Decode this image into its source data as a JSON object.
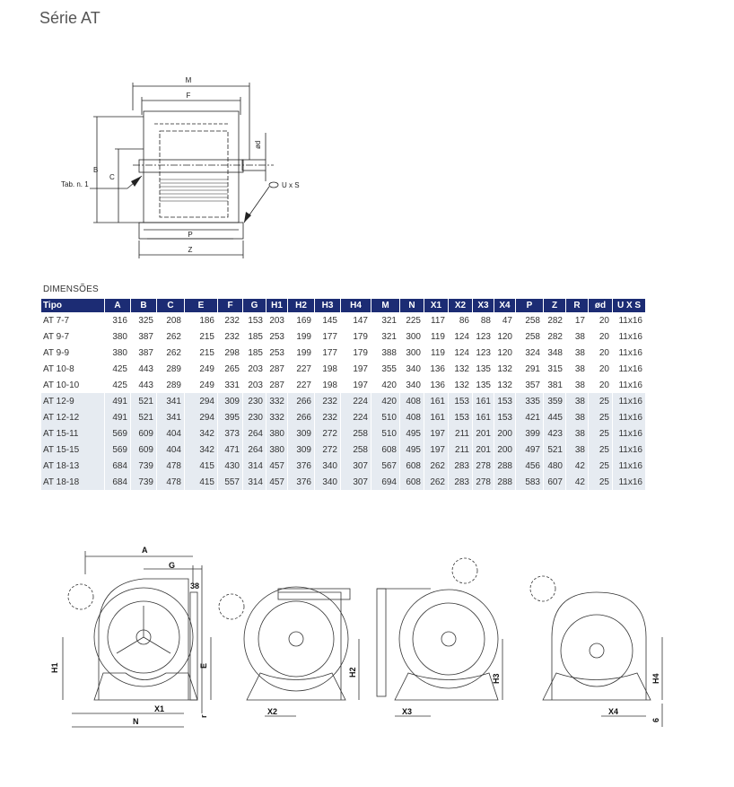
{
  "page": {
    "title": "Série AT"
  },
  "top_drawing": {
    "labels": {
      "m": "M",
      "f": "F",
      "b": "B",
      "c": "C",
      "tab": "Tab. n.  1",
      "od": "ød",
      "uxs": "U x S",
      "p": "P",
      "z": "Z"
    }
  },
  "table": {
    "section_label": "DIMENSÕES",
    "headers": [
      "Tipo",
      "A",
      "B",
      "C",
      "E",
      "F",
      "G",
      "H1",
      "H2",
      "H3",
      "H4",
      "M",
      "N",
      "X1",
      "X2",
      "X3",
      "X4",
      "P",
      "Z",
      "R",
      "ød",
      "U X S"
    ],
    "rows": [
      [
        "AT 7-7",
        "316",
        "325",
        "208",
        "186",
        "232",
        "153",
        "203",
        "169",
        "145",
        "147",
        "321",
        "225",
        "117",
        "86",
        "88",
        "47",
        "258",
        "282",
        "17",
        "20",
        "11x16"
      ],
      [
        "AT 9-7",
        "380",
        "387",
        "262",
        "215",
        "232",
        "185",
        "253",
        "199",
        "177",
        "179",
        "321",
        "300",
        "119",
        "124",
        "123",
        "120",
        "258",
        "282",
        "38",
        "20",
        "11x16"
      ],
      [
        "AT 9-9",
        "380",
        "387",
        "262",
        "215",
        "298",
        "185",
        "253",
        "199",
        "177",
        "179",
        "388",
        "300",
        "119",
        "124",
        "123",
        "120",
        "324",
        "348",
        "38",
        "20",
        "11x16"
      ],
      [
        "AT 10-8",
        "425",
        "443",
        "289",
        "249",
        "265",
        "203",
        "287",
        "227",
        "198",
        "197",
        "355",
        "340",
        "136",
        "132",
        "135",
        "132",
        "291",
        "315",
        "38",
        "20",
        "11x16"
      ],
      [
        "AT 10-10",
        "425",
        "443",
        "289",
        "249",
        "331",
        "203",
        "287",
        "227",
        "198",
        "197",
        "420",
        "340",
        "136",
        "132",
        "135",
        "132",
        "357",
        "381",
        "38",
        "20",
        "11x16"
      ],
      [
        "AT 12-9",
        "491",
        "521",
        "341",
        "294",
        "309",
        "230",
        "332",
        "266",
        "232",
        "224",
        "420",
        "408",
        "161",
        "153",
        "161",
        "153",
        "335",
        "359",
        "38",
        "25",
        "11x16"
      ],
      [
        "AT 12-12",
        "491",
        "521",
        "341",
        "294",
        "395",
        "230",
        "332",
        "266",
        "232",
        "224",
        "510",
        "408",
        "161",
        "153",
        "161",
        "153",
        "421",
        "445",
        "38",
        "25",
        "11x16"
      ],
      [
        "AT 15-11",
        "569",
        "609",
        "404",
        "342",
        "373",
        "264",
        "380",
        "309",
        "272",
        "258",
        "510",
        "495",
        "197",
        "211",
        "201",
        "200",
        "399",
        "423",
        "38",
        "25",
        "11x16"
      ],
      [
        "AT 15-15",
        "569",
        "609",
        "404",
        "342",
        "471",
        "264",
        "380",
        "309",
        "272",
        "258",
        "608",
        "495",
        "197",
        "211",
        "201",
        "200",
        "497",
        "521",
        "38",
        "25",
        "11x16"
      ],
      [
        "AT 18-13",
        "684",
        "739",
        "478",
        "415",
        "430",
        "314",
        "457",
        "376",
        "340",
        "307",
        "567",
        "608",
        "262",
        "283",
        "278",
        "288",
        "456",
        "480",
        "42",
        "25",
        "11x16"
      ],
      [
        "AT 18-18",
        "684",
        "739",
        "478",
        "415",
        "557",
        "314",
        "457",
        "376",
        "340",
        "307",
        "694",
        "608",
        "262",
        "283",
        "278",
        "288",
        "583",
        "607",
        "42",
        "25",
        "11x16"
      ]
    ]
  },
  "bottom_drawing": {
    "labels": {
      "a": "A",
      "g": "G",
      "v38": "38",
      "h1": "H1",
      "e": "E",
      "n": "N",
      "x1": "X1",
      "r": "r",
      "x2": "X2",
      "h2": "H2",
      "x3": "X3",
      "h3": "H3",
      "x4": "X4",
      "h4": "H4",
      "v6": "6"
    }
  }
}
